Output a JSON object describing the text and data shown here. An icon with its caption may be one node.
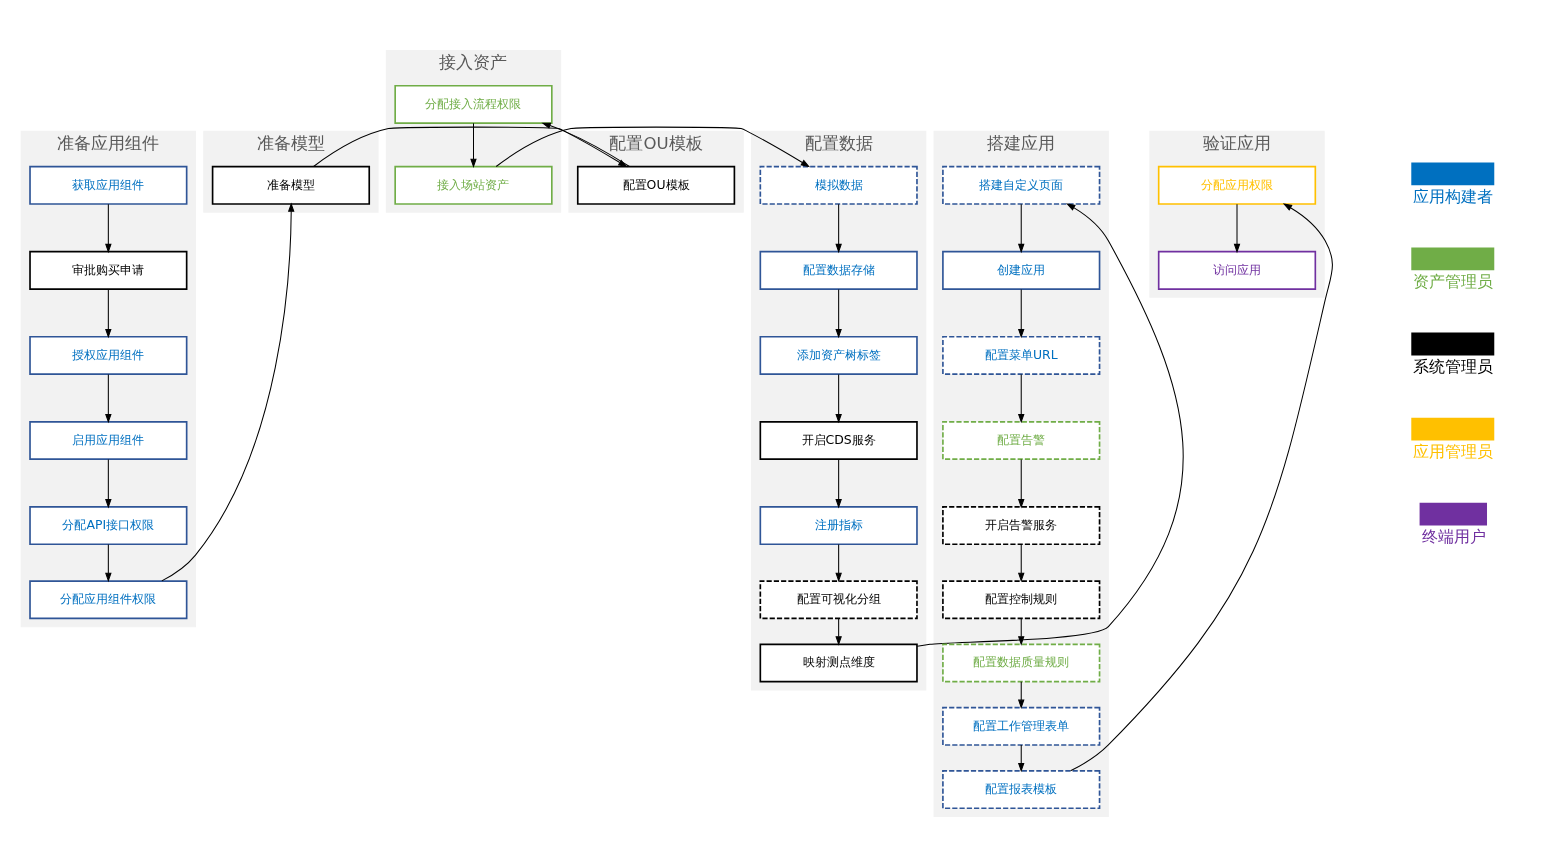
{
  "diagram": {
    "nodes": [
      {
        "text": [
          "准备应用组件"
        ]
      },
      {
        "text": [
          "获取应用组件"
        ],
        "in": 0
      },
      {
        "text": [
          "分配应用组件权限"
        ],
        "in": 0
      },
      {
        "text": [
          "分配API接口权限"
        ],
        "in": 0
      },
      {
        "text": [
          "启用应用组件"
        ],
        "in": 0
      },
      {
        "text": [
          "授权应用组件"
        ],
        "in": 0
      },
      {
        "text": [
          "审批购买申请"
        ],
        "in": 0
      },
      {
        "text": [
          "准备模型"
        ]
      },
      {
        "text": [
          "准备模型"
        ],
        "in": 7
      },
      {
        "text": [
          "配置OU模板"
        ]
      },
      {
        "text": [
          "配置OU模板"
        ],
        "in": 9
      },
      {
        "text": [
          "接入资产"
        ]
      },
      {
        "text": [
          "接入场站资产"
        ],
        "in": 11
      },
      {
        "text": [
          "分配接入流程权限"
        ],
        "in": 11
      },
      {
        "text": [
          "配置数据"
        ]
      },
      {
        "text": [
          "模拟数据"
        ],
        "in": 14
      },
      {
        "text": [
          "配置数据存储"
        ],
        "in": 14
      },
      {
        "text": [
          "添加资产树标签"
        ],
        "in": 14
      },
      {
        "text": [
          "注册指标"
        ],
        "in": 14
      },
      {
        "text": [
          "开启CDS服务"
        ],
        "in": 14
      },
      {
        "text": [
          "配置可视化分组"
        ],
        "in": 14
      },
      {
        "text": [
          "映射测点维度"
        ],
        "in": 14
      },
      {
        "text": [
          "搭建应用"
        ]
      },
      {
        "text": [
          "搭建自定义页面"
        ],
        "in": 22
      },
      {
        "text": [
          "创建应用"
        ],
        "in": 22
      },
      {
        "text": [
          "配置菜单URL"
        ],
        "in": 22
      },
      {
        "text": [
          "配置报表模板"
        ],
        "in": 22
      },
      {
        "text": [
          "配置工作管理表单"
        ],
        "in": 22
      },
      {
        "text": [
          "配置数据质量规则"
        ],
        "in": 22
      },
      {
        "text": [
          "配置告警"
        ],
        "in": 22
      },
      {
        "text": [
          "开启告警服务"
        ],
        "in": 22
      },
      {
        "text": [
          "配置控制规则"
        ],
        "in": 22
      },
      {
        "text": [
          "验证应用"
        ]
      },
      {
        "text": [
          "分配应用权限"
        ],
        "in": 32
      },
      {
        "text": [
          "访问应用"
        ],
        "in": 32
      }
    ],
    "edges": [
      {
        "from": 1,
        "to": 6,
        "arrow": "to"
      },
      {
        "from": 6,
        "to": 5,
        "arrow": "to"
      },
      {
        "from": 5,
        "to": 4,
        "arrow": "to"
      },
      {
        "from": 4,
        "to": 3,
        "arrow": "to"
      },
      {
        "from": 3,
        "to": 2,
        "arrow": "to"
      },
      {
        "from": 2,
        "to": 8,
        "arrow": "to"
      },
      {
        "from": 8,
        "to": 10,
        "arrow": "to"
      },
      {
        "from": 10,
        "to": 13,
        "arrow": "to"
      },
      {
        "from": 13,
        "to": 12,
        "arrow": "to"
      },
      {
        "from": 12,
        "to": 15,
        "arrow": "to"
      },
      {
        "from": 15,
        "to": 16,
        "arrow": "to"
      },
      {
        "from": 16,
        "to": 17,
        "arrow": "to"
      },
      {
        "from": 17,
        "to": 19,
        "arrow": "to"
      },
      {
        "from": 19,
        "to": 18,
        "arrow": "to"
      },
      {
        "from": 18,
        "to": 20,
        "arrow": "to"
      },
      {
        "from": 20,
        "to": 21,
        "arrow": "to"
      },
      {
        "from": 21,
        "to": 23,
        "arrow": "to"
      },
      {
        "from": 23,
        "to": 24,
        "arrow": "to"
      },
      {
        "from": 24,
        "to": 25,
        "arrow": "to"
      },
      {
        "from": 25,
        "to": 29,
        "arrow": "to"
      },
      {
        "from": 29,
        "to": 30,
        "arrow": "to"
      },
      {
        "from": 30,
        "to": 31,
        "arrow": "to"
      },
      {
        "from": 31,
        "to": 28,
        "arrow": "to"
      },
      {
        "from": 28,
        "to": 27,
        "arrow": "to"
      },
      {
        "from": 27,
        "to": 26,
        "arrow": "to"
      },
      {
        "from": 26,
        "to": 33,
        "arrow": "to"
      },
      {
        "from": 33,
        "to": 34,
        "arrow": "to"
      }
    ],
    "legend": [
      {
        "text": "应用构建者",
        "color": "#0070c0"
      },
      {
        "text": "资产管理员",
        "color": "#70ad47"
      },
      {
        "text": "系统管理员",
        "color": "#000000"
      },
      {
        "text": "应用管理员",
        "color": "#ffc000"
      },
      {
        "text": "终端用户",
        "color": "#7030a0"
      }
    ]
  }
}
